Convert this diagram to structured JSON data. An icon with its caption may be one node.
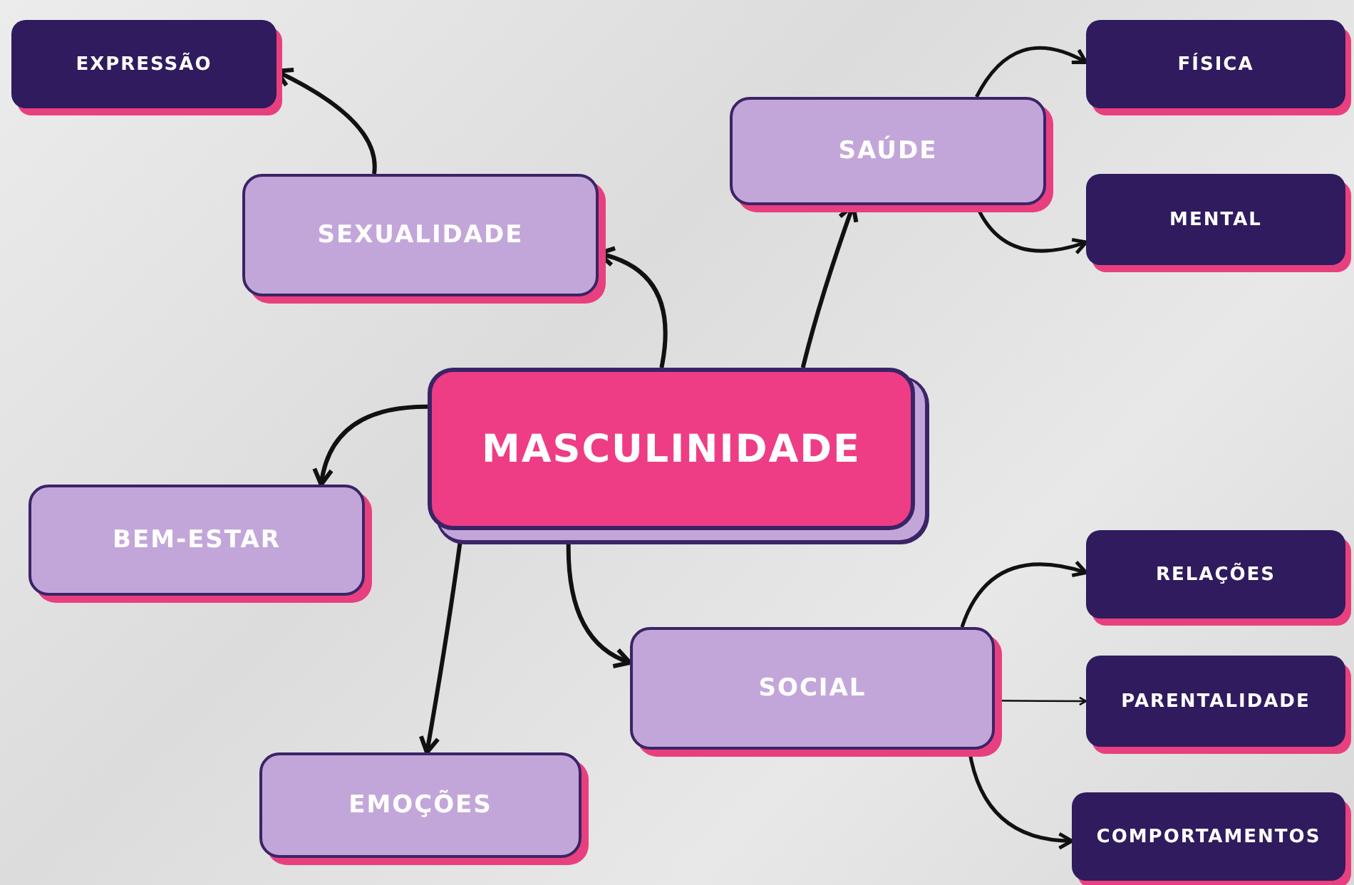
{
  "diagram": {
    "nodes": [
      {
        "text": [
          "MASCULINIDADE"
        ]
      },
      {
        "text": [
          "SEXUALIDADE"
        ]
      },
      {
        "text": [
          "EXPRESSÃO"
        ]
      },
      {
        "text": [
          "SAÚDE"
        ]
      },
      {
        "text": [
          "FÍSICA"
        ]
      },
      {
        "text": [
          "MENTAL"
        ]
      },
      {
        "text": [
          "BEM-ESTAR"
        ]
      },
      {
        "text": [
          "EMOÇÕES"
        ]
      },
      {
        "text": [
          "SOCIAL"
        ]
      },
      {
        "text": [
          "RELAÇÕES"
        ]
      },
      {
        "text": [
          "PARENTALIDADE"
        ]
      },
      {
        "text": [
          "COMPORTAMENTOS"
        ]
      }
    ],
    "edges": [
      {
        "from": 0,
        "to": 1,
        "arrow": "to"
      },
      {
        "from": 1,
        "to": 2,
        "arrow": "to"
      },
      {
        "from": 0,
        "to": 3,
        "arrow": "to"
      },
      {
        "from": 3,
        "to": 4,
        "arrow": "to"
      },
      {
        "from": 3,
        "to": 5,
        "arrow": "to"
      },
      {
        "from": 0,
        "to": 6,
        "arrow": "to"
      },
      {
        "from": 0,
        "to": 7,
        "arrow": "to"
      },
      {
        "from": 0,
        "to": 8,
        "arrow": "to"
      },
      {
        "from": 8,
        "to": 9,
        "arrow": "to"
      },
      {
        "from": 8,
        "to": 10,
        "arrow": "to"
      },
      {
        "from": 8,
        "to": 11,
        "arrow": "to"
      }
    ]
  }
}
